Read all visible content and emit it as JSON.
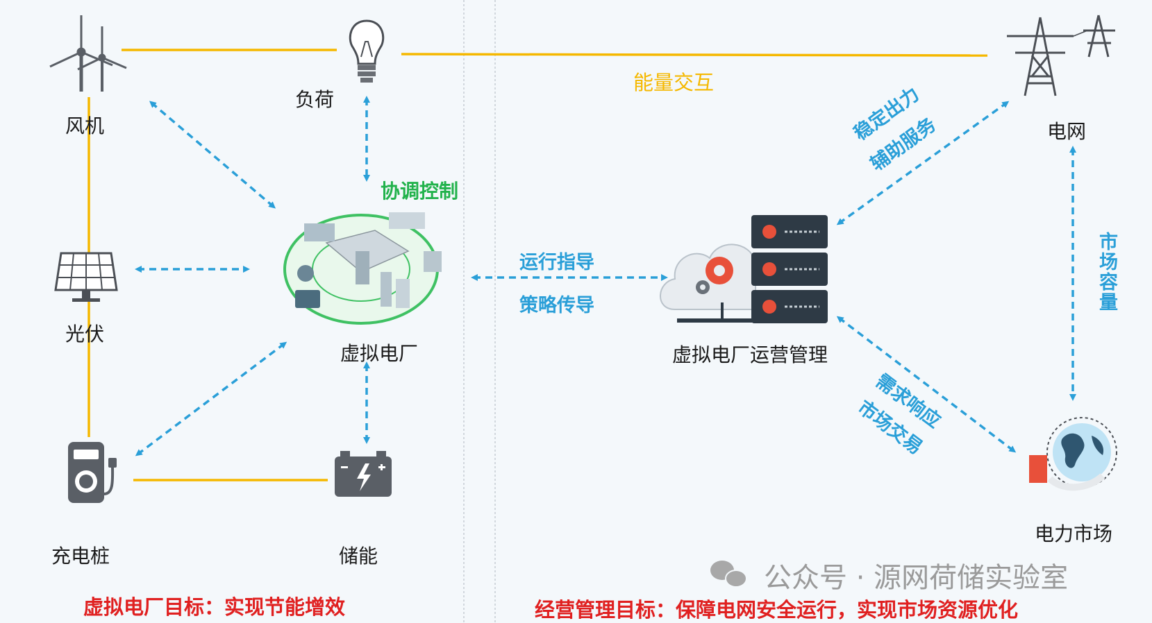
{
  "nodes": {
    "wind": "风机",
    "load": "负荷",
    "solar": "光伏",
    "vpp": "虚拟电厂",
    "charger": "充电桩",
    "storage": "储能",
    "ops": "虚拟电厂运营管理",
    "grid": "电网",
    "market": "电力市场"
  },
  "edge_labels": {
    "energy_interaction": "能量交互",
    "coordination": "协调控制",
    "operation_guidance": "运行指导",
    "strategy_transfer": "策略传导",
    "stable_output": "稳定出力",
    "aux_service": "辅助服务",
    "market_capacity": "市场容量",
    "demand_response": "需求响应",
    "market_trading": "市场交易"
  },
  "goals": {
    "vpp_goal": "虚拟电厂目标：实现节能增效",
    "ops_goal": "经营管理目标：保障电网安全运行，实现市场资源优化"
  },
  "watermark": {
    "text": "公众号 · 源网荷储实验室"
  },
  "colors": {
    "energy_line": "#f5b800",
    "info_arrow": "#2a9fd8",
    "goal_text": "#e02020",
    "coord_text": "#22b24c"
  }
}
